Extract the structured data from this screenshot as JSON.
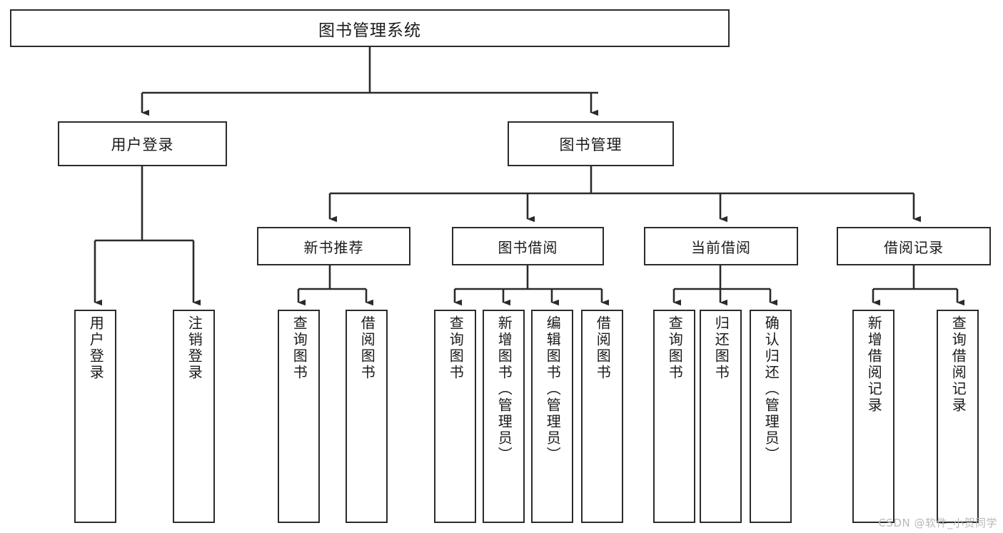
{
  "diagram": {
    "type": "tree-hierarchy",
    "title": "图书管理系统",
    "root": {
      "label": "图书管理系统"
    },
    "level1": [
      {
        "label": "用户登录"
      },
      {
        "label": "图书管理"
      }
    ],
    "level2": [
      {
        "label": "新书推荐"
      },
      {
        "label": "图书借阅"
      },
      {
        "label": "当前借阅"
      },
      {
        "label": "借阅记录"
      }
    ],
    "leaves": {
      "user_login": [
        {
          "label": "用户登录"
        },
        {
          "label": "注销登录"
        }
      ],
      "new_book_recommend": [
        {
          "label": "查询图书"
        },
        {
          "label": "借阅图书"
        }
      ],
      "book_borrow": [
        {
          "label": "查询图书"
        },
        {
          "label": "新增图书（管理员）"
        },
        {
          "label": "编辑图书（管理员）"
        },
        {
          "label": "借阅图书"
        }
      ],
      "current_borrow": [
        {
          "label": "查询图书"
        },
        {
          "label": "归还图书"
        },
        {
          "label": "确认归还（管理员）"
        }
      ],
      "borrow_record": [
        {
          "label": "新增借阅记录"
        },
        {
          "label": "查询借阅记录"
        }
      ]
    }
  },
  "watermark": {
    "text": "CSDN @软件_小贺同学"
  },
  "colors": {
    "stroke": "#2b2b2b",
    "background": "#ffffff",
    "text": "#1a1a1a",
    "watermark": "#b9b9b9"
  }
}
